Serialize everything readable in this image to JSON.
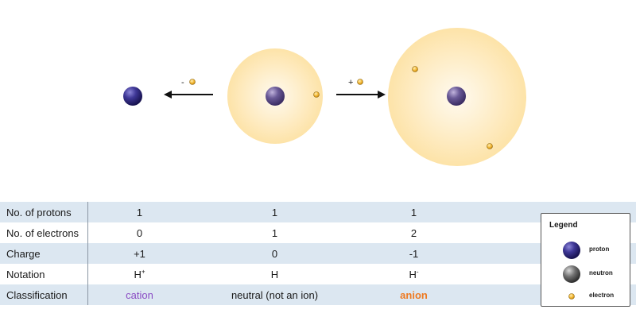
{
  "diagram": {
    "left_op": {
      "sign": "-",
      "particle": "electron"
    },
    "right_op": {
      "sign": "+",
      "particle": "electron"
    },
    "atoms": [
      {
        "id": "cation",
        "electrons": 0,
        "cloud": false
      },
      {
        "id": "neutral",
        "electrons": 1,
        "cloud": true
      },
      {
        "id": "anion",
        "electrons": 2,
        "cloud": true
      }
    ],
    "colors": {
      "proton": "#3a3490",
      "neutron": "#6a6a6a",
      "electron": "#f2b632",
      "cloud_center": "#fffaf0",
      "cloud_edge": "#fde3a8",
      "arrow": "#111111"
    }
  },
  "table": {
    "columns": [
      "cation",
      "neutral",
      "anion"
    ],
    "rows": [
      {
        "label": "No. of protons",
        "values": [
          "1",
          "1",
          "1"
        ]
      },
      {
        "label": "No. of electrons",
        "values": [
          "0",
          "1",
          "2"
        ]
      },
      {
        "label": "Charge",
        "values": [
          "+1",
          "0",
          "-1"
        ]
      },
      {
        "label": "Notation",
        "values": [
          {
            "base": "H",
            "sup": "+"
          },
          {
            "base": "H",
            "sup": ""
          },
          {
            "base": "H",
            "sup": "-"
          }
        ]
      },
      {
        "label": "Classification",
        "values": [
          "cation",
          "neutral (not an ion)",
          "anion"
        ]
      }
    ]
  },
  "legend": {
    "title": "Legend",
    "items": [
      {
        "label": "proton",
        "icon": "proton-icon"
      },
      {
        "label": "neutron",
        "icon": "neutron-icon"
      },
      {
        "label": "electron",
        "icon": "electron-icon"
      }
    ]
  }
}
